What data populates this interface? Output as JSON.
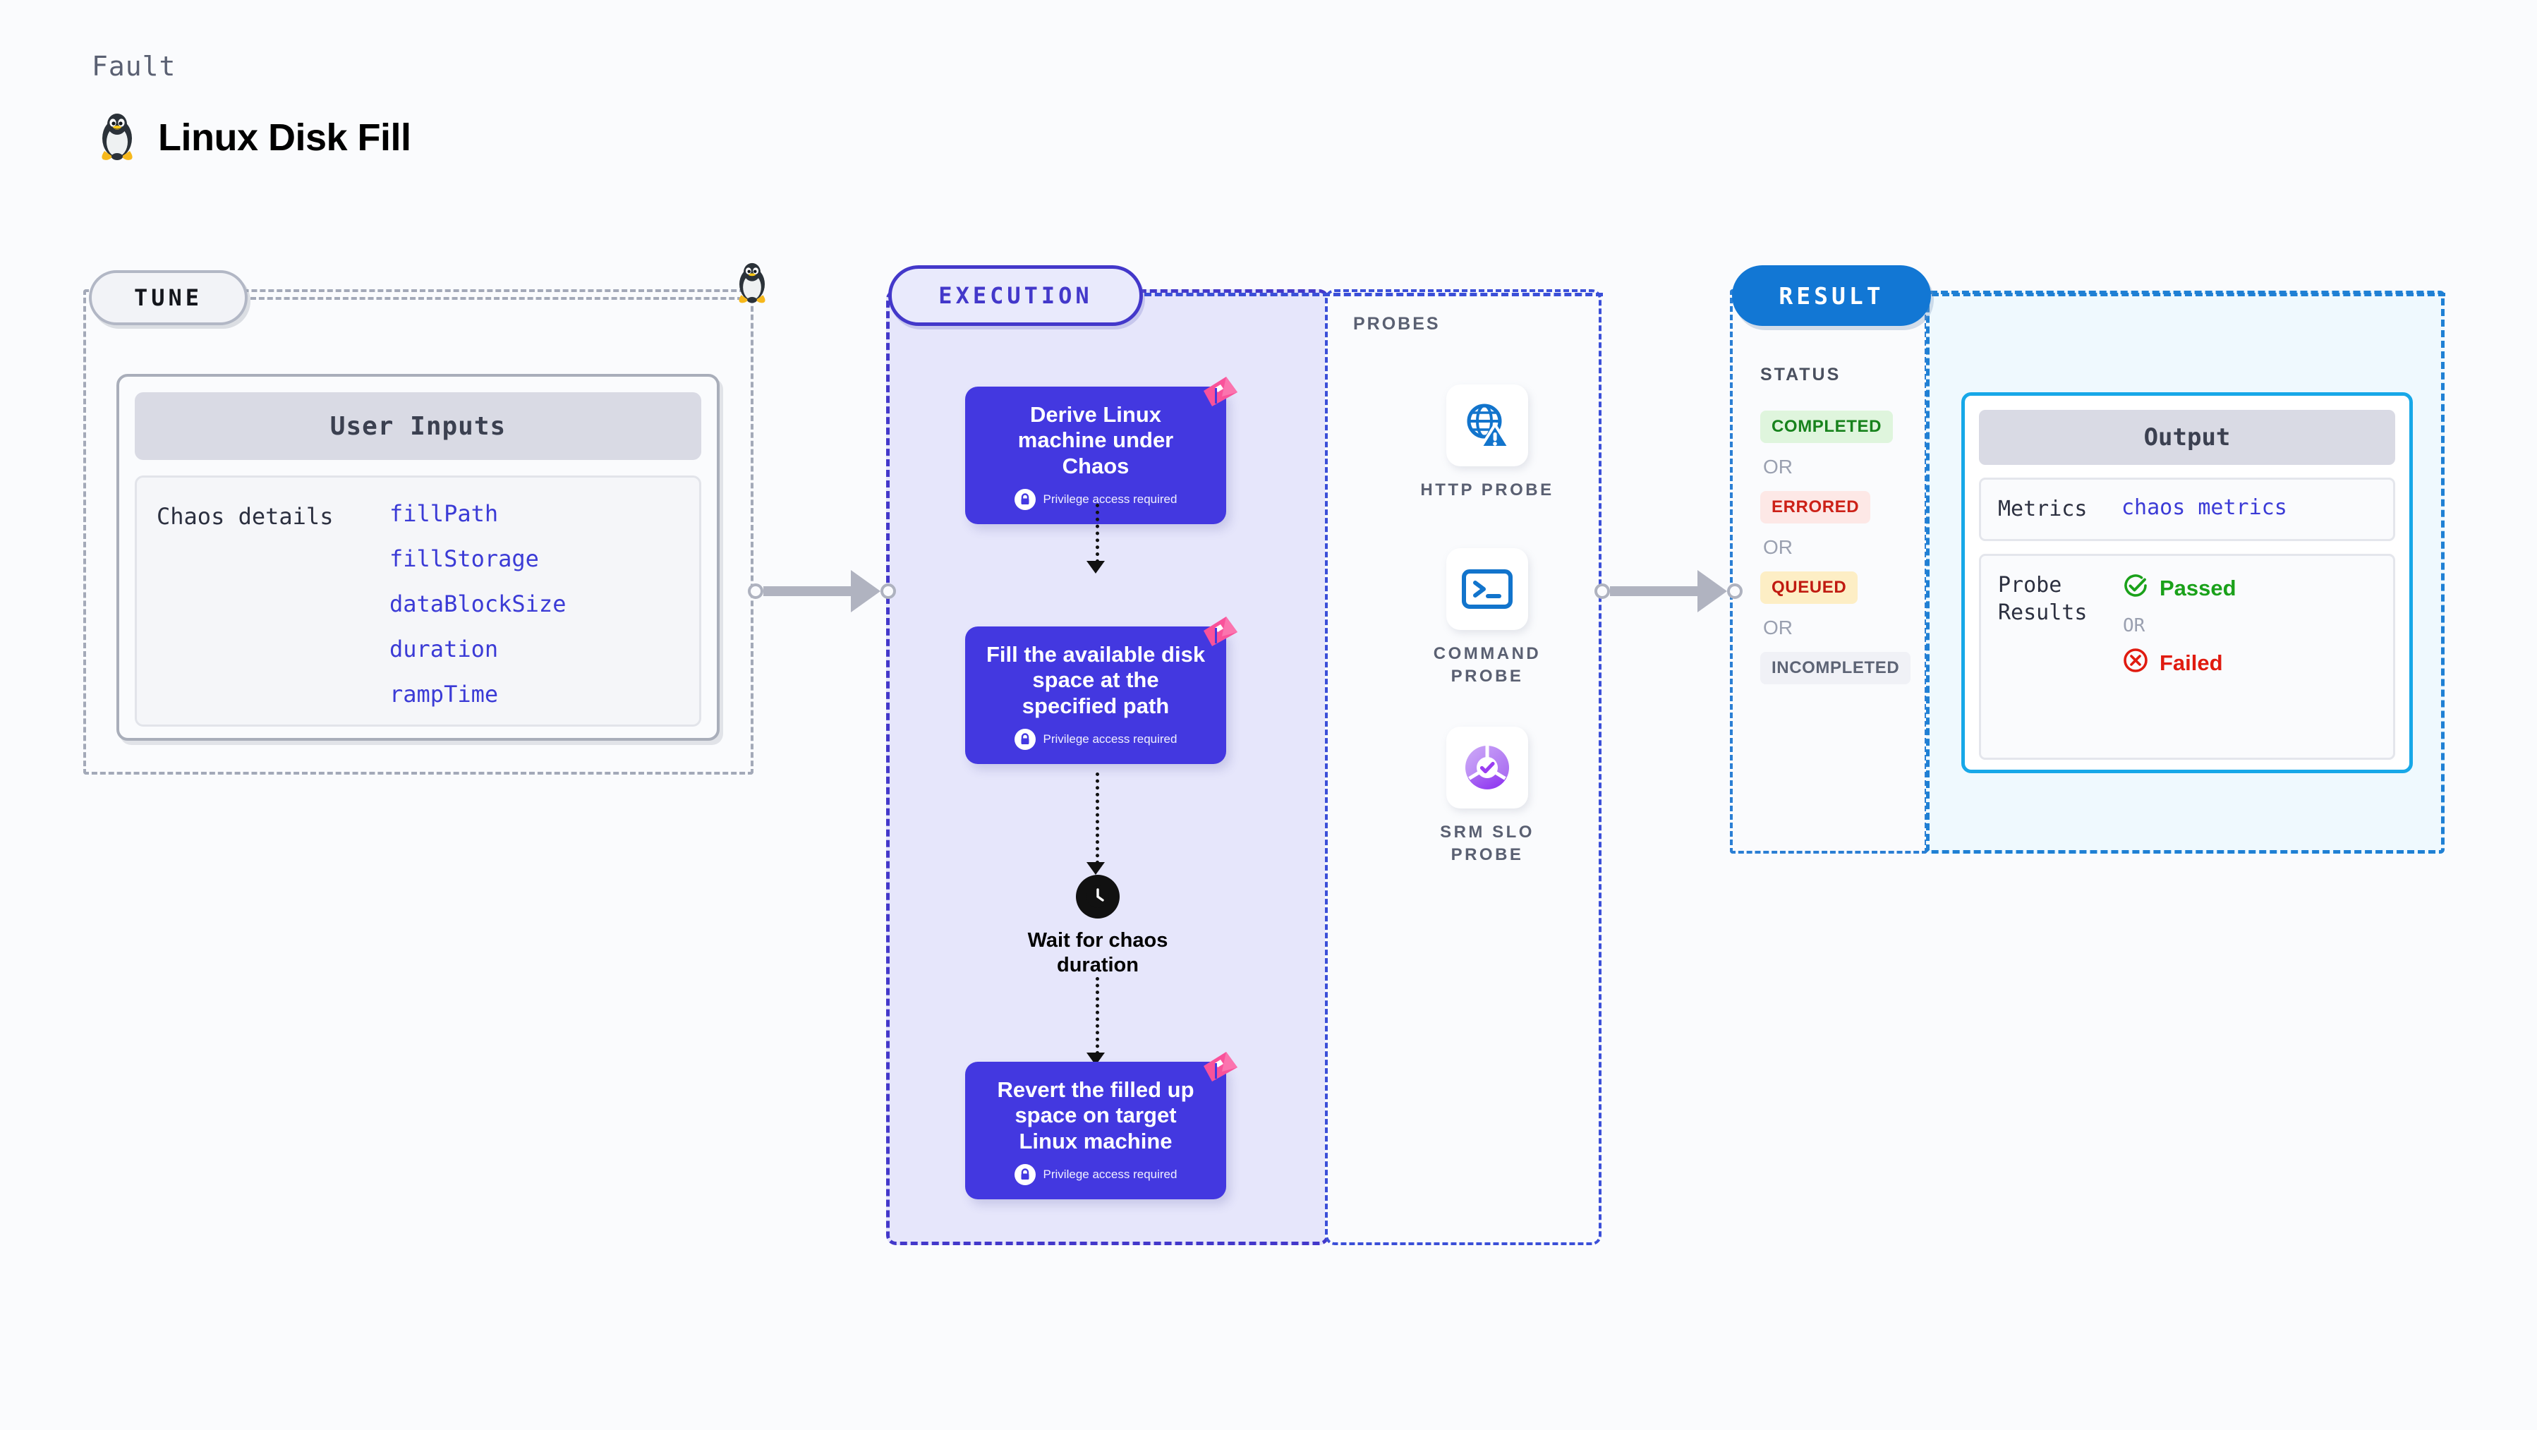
{
  "header": {
    "eyebrow": "Fault",
    "title": "Linux Disk Fill",
    "icon": "linux-penguin-icon"
  },
  "tune": {
    "badge": "TUNE",
    "card_title": "User Inputs",
    "section_label": "Chaos details",
    "params": [
      "fillPath",
      "fillStorage",
      "dataBlockSize",
      "duration",
      "rampTime"
    ]
  },
  "execution": {
    "badge": "EXECUTION",
    "privilege_note": "Privilege access required",
    "steps": [
      {
        "title": "Derive Linux machine under Chaos",
        "privileged": true
      },
      {
        "title": "Fill the available disk space at the specified path",
        "privileged": true
      },
      {
        "title": "Revert the filled up space on target Linux machine",
        "privileged": true
      }
    ],
    "wait_node": {
      "label": "Wait for chaos duration",
      "icon": "clock-icon"
    }
  },
  "probes": {
    "title": "PROBES",
    "items": [
      {
        "label": "HTTP PROBE",
        "icon": "globe-warning-icon"
      },
      {
        "label": "COMMAND PROBE",
        "icon": "terminal-icon"
      },
      {
        "label": "SRM SLO PROBE",
        "icon": "slo-donut-check-icon"
      }
    ]
  },
  "result": {
    "badge": "RESULT",
    "status_title": "STATUS",
    "or_label": "OR",
    "statuses": [
      {
        "label": "COMPLETED",
        "style": "s-completed"
      },
      {
        "label": "ERRORED",
        "style": "s-errored"
      },
      {
        "label": "QUEUED",
        "style": "s-queued"
      },
      {
        "label": "INCOMPLETED",
        "style": "s-incompleted"
      }
    ]
  },
  "output": {
    "card_title": "Output",
    "metrics_label": "Metrics",
    "metrics_value": "chaos metrics",
    "probe_results_label": "Probe Results",
    "or_label": "OR",
    "passed_label": "Passed",
    "failed_label": "Failed"
  },
  "colors": {
    "indigo": "#4338e0",
    "blue": "#1277d4",
    "cyan": "#17a8e8",
    "pink": "#f9529a",
    "green": "#1aa11a",
    "red": "#e01b10",
    "gray": "#5a6072"
  }
}
